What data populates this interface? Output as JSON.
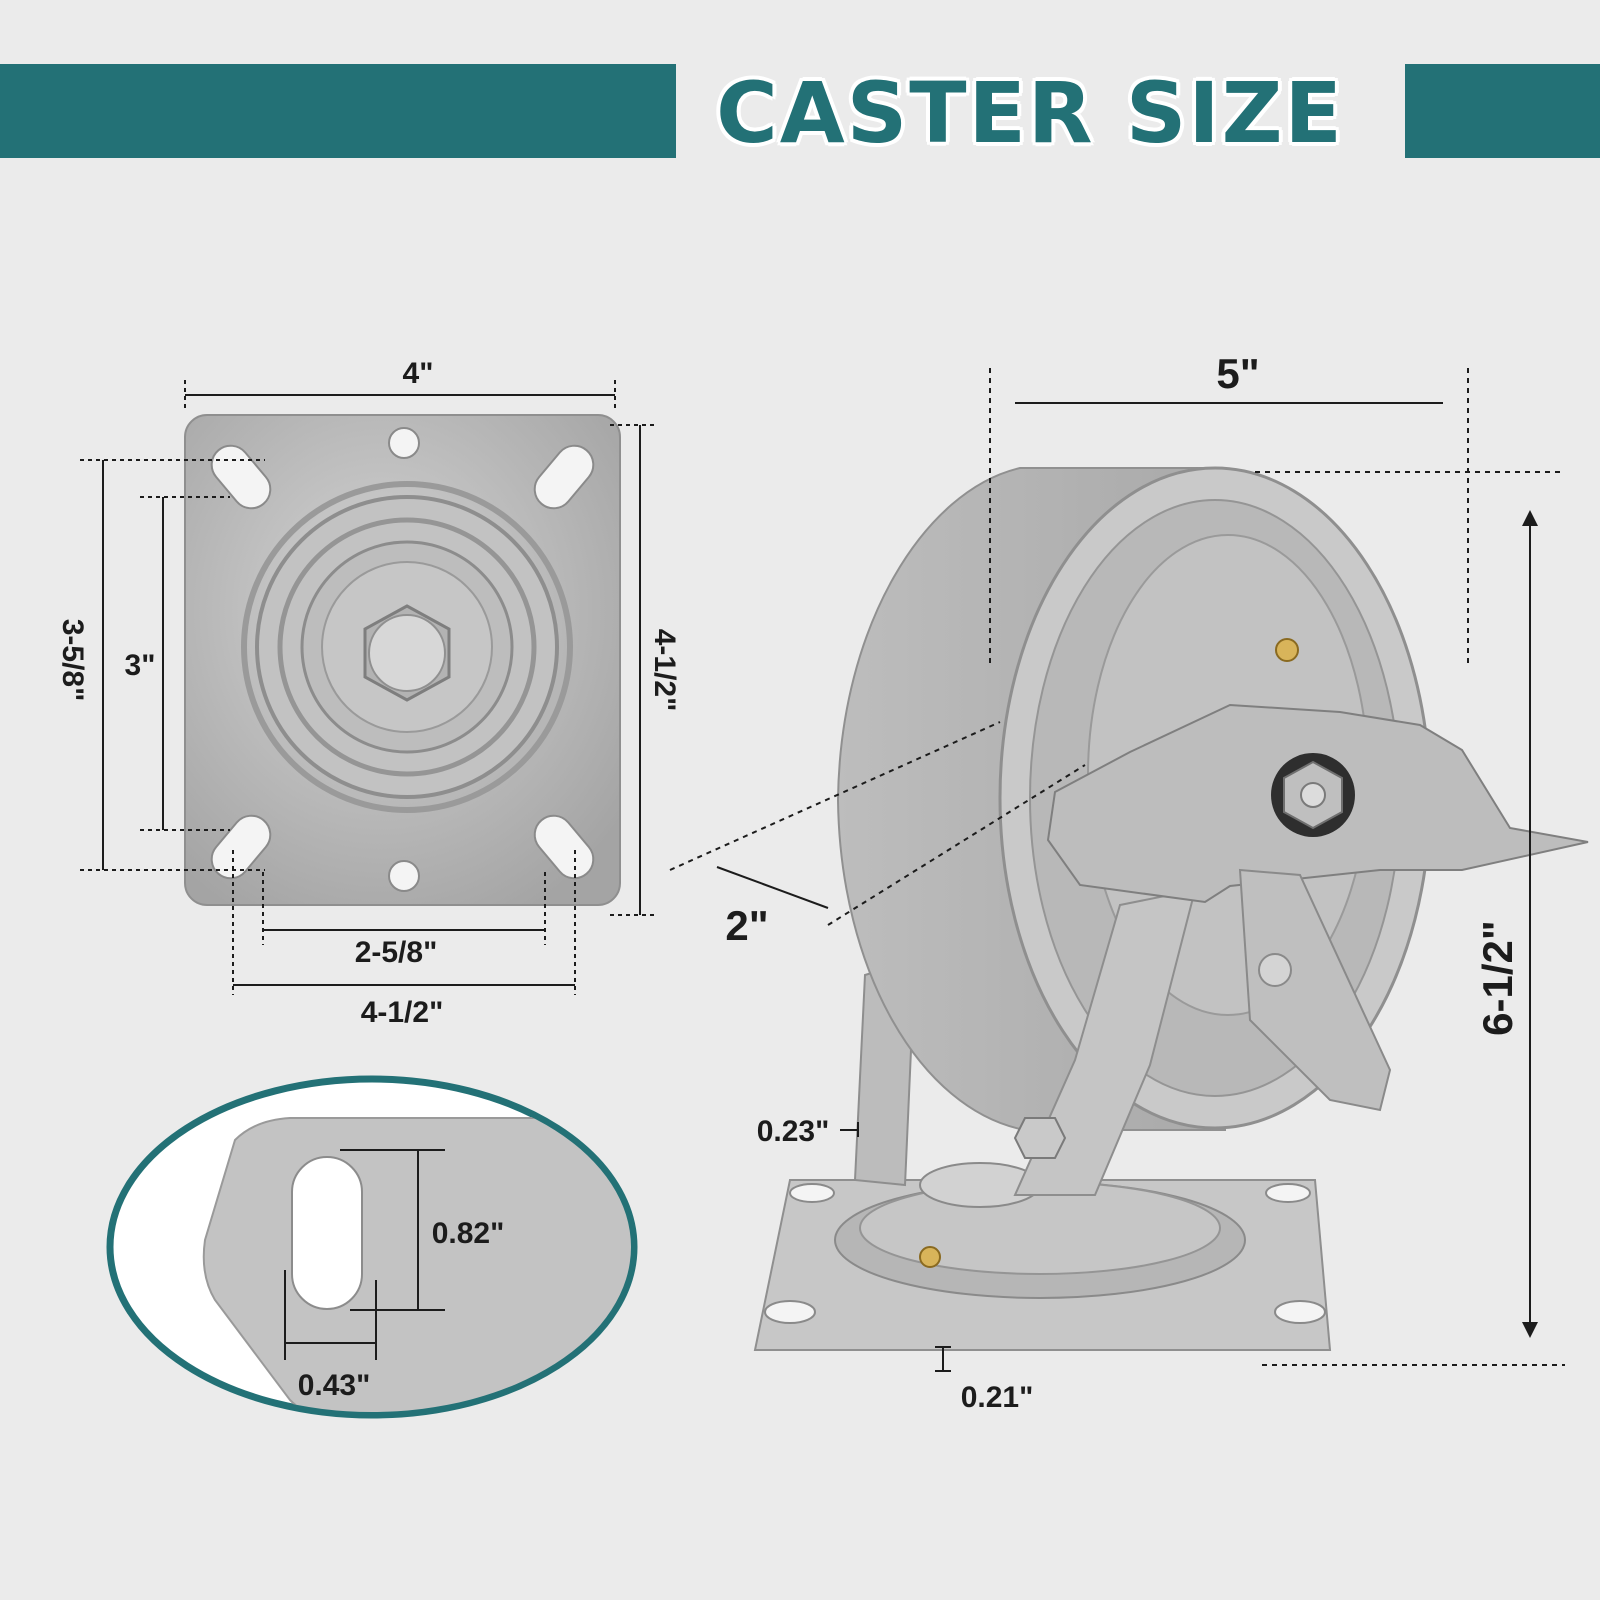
{
  "header": {
    "title": "CASTER SIZE",
    "band_color": "#237176"
  },
  "top_plate": {
    "width_label": "4\"",
    "height_label": "4-1/2\"",
    "outer_hole_span_label": "3-5/8\"",
    "inner_hole_span_label": "3\"",
    "inner_bolt_span_label": "2-5/8\"",
    "outer_bolt_span_label": "4-1/2\""
  },
  "slot_detail": {
    "slot_length_label": "0.82\"",
    "slot_width_label": "0.43\""
  },
  "caster": {
    "wheel_diameter_label": "5\"",
    "wheel_width_label": "2\"",
    "overall_height_label": "6-1/2\"",
    "fork_thickness_label": "0.23\"",
    "plate_thickness_label": "0.21\""
  }
}
